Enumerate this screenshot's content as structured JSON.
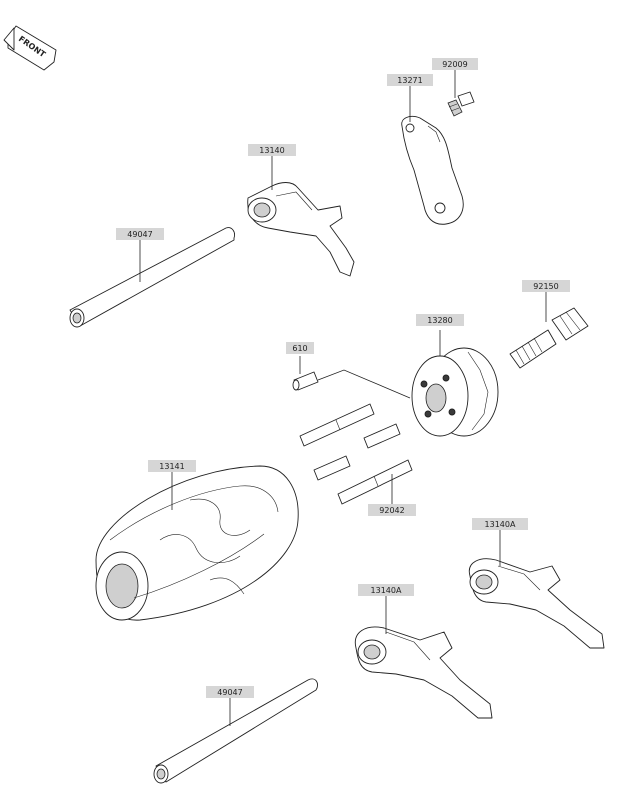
{
  "front_marker": {
    "text": "FRONT"
  },
  "labels": [
    {
      "id": "lbl-92009",
      "text": "92009"
    },
    {
      "id": "lbl-13271",
      "text": "13271"
    },
    {
      "id": "lbl-13140",
      "text": "13140"
    },
    {
      "id": "lbl-49047-top",
      "text": "49047"
    },
    {
      "id": "lbl-92150",
      "text": "92150"
    },
    {
      "id": "lbl-13280",
      "text": "13280"
    },
    {
      "id": "lbl-610",
      "text": "610"
    },
    {
      "id": "lbl-13141",
      "text": "13141"
    },
    {
      "id": "lbl-92042",
      "text": "92042"
    },
    {
      "id": "lbl-13140A-right",
      "text": "13140A"
    },
    {
      "id": "lbl-13140A-mid",
      "text": "13140A"
    },
    {
      "id": "lbl-49047-bottom",
      "text": "49047"
    }
  ]
}
